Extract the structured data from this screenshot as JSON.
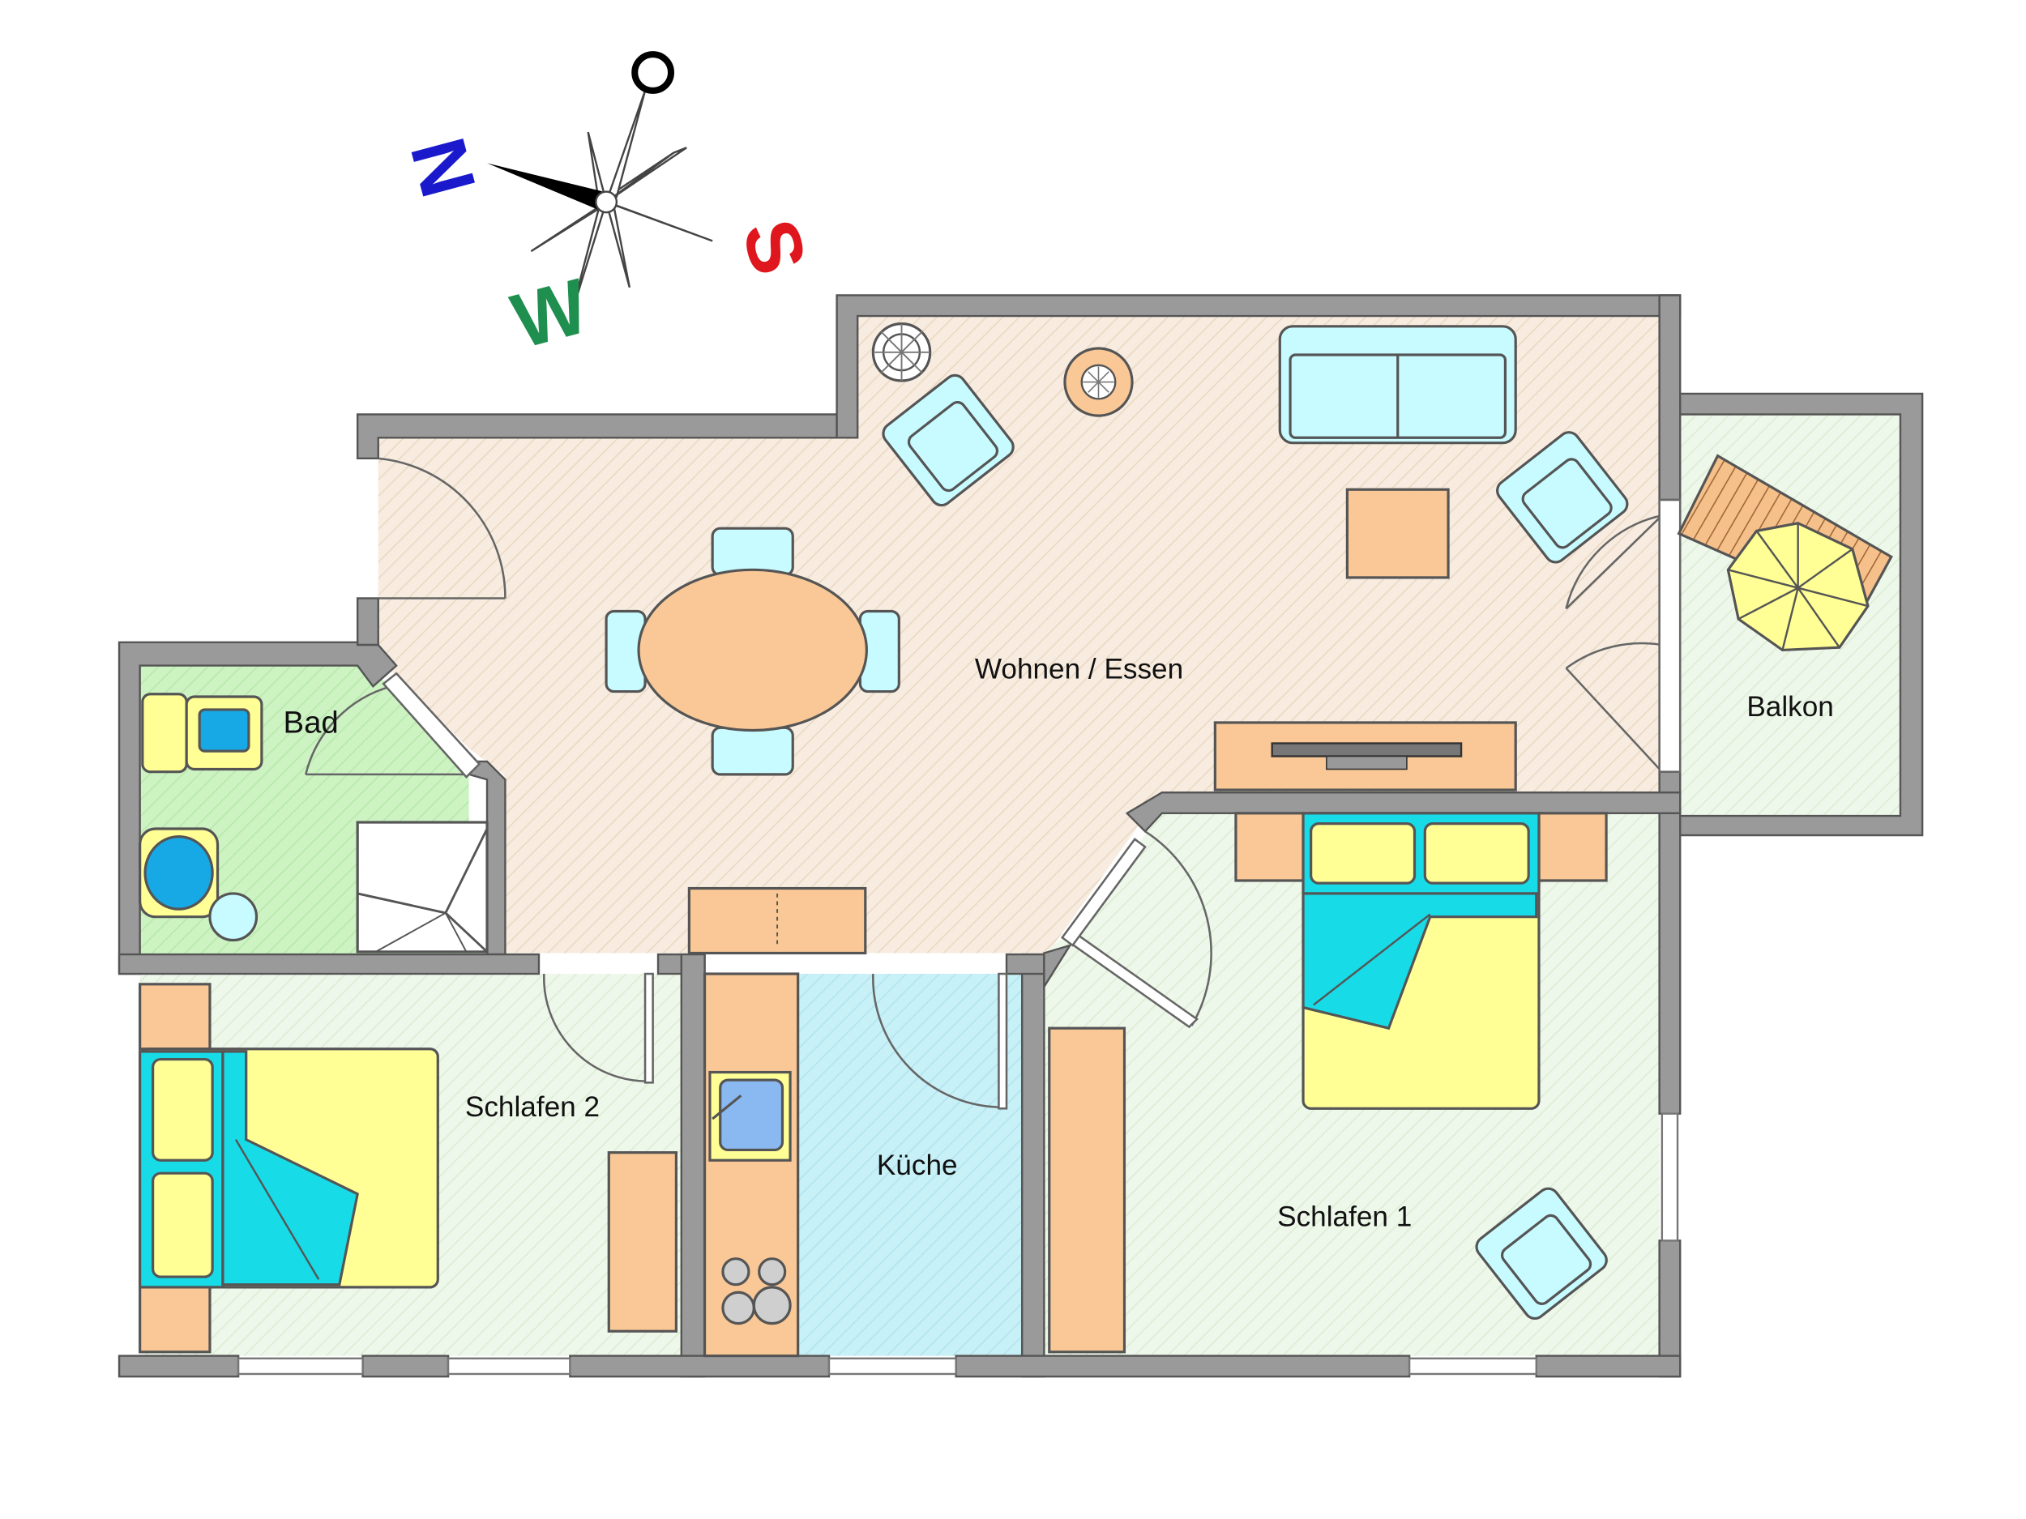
{
  "rooms": {
    "wohnen": "Wohnen / Essen",
    "bad": "Bad",
    "balkon": "Balkon",
    "schlafen2": "Schlafen 2",
    "kueche": "Küche",
    "schlafen1": "Schlafen 1"
  },
  "compass": {
    "north": "N",
    "east": "O",
    "south": "S",
    "west": "W"
  },
  "colors": {
    "wall": "#9a9a9a",
    "living_floor": "#f7ecdf",
    "bath_floor": "#cdf3c3",
    "kitchen_floor": "#c8f0f7",
    "bedroom_floor": "#eef8ea",
    "balcony_floor": "#eef8ea",
    "wood": "#f9c896",
    "seat": "#c8fbff",
    "bed_yellow": "#ffff96",
    "bed_cyan": "#17dbe6",
    "compass_north": "#1a1acc",
    "compass_south": "#e0161f",
    "compass_west": "#1f8f4f"
  }
}
